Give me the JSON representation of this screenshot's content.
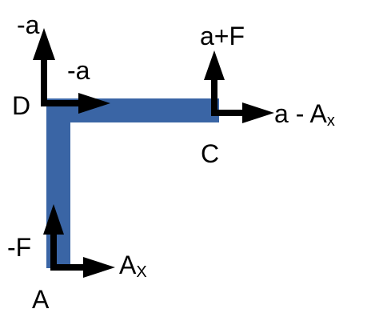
{
  "colors": {
    "beam": "#3a65a5",
    "arrow": "#000000",
    "text": "#000000",
    "background": "#ffffff"
  },
  "points": {
    "D": "D",
    "C": "C",
    "A": "A"
  },
  "forces": {
    "d_vertical": "-a",
    "d_horizontal": "-a",
    "c_vertical": "a+F",
    "c_horizontal_main": "a - A",
    "c_horizontal_sub": "x",
    "a_vertical": "-F",
    "a_horizontal_main": "A",
    "a_horizontal_sub": "X"
  }
}
